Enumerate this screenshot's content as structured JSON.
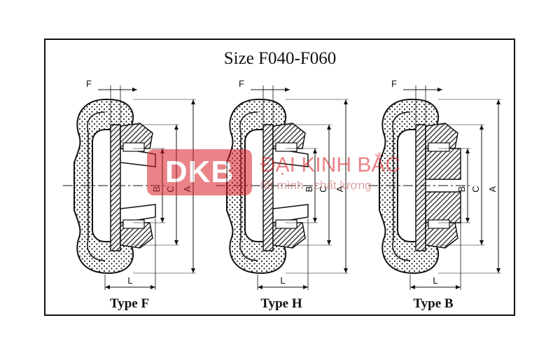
{
  "title": "Size F040-F060",
  "types": [
    {
      "caption": "Type F",
      "bore": "taper"
    },
    {
      "caption": "Type H",
      "bore": "taper"
    },
    {
      "caption": "Type B",
      "bore": "solid"
    }
  ],
  "dimension_labels": {
    "f": "F",
    "l": "L",
    "a": "A",
    "b": "B",
    "c": "C"
  },
  "watermark": {
    "logo": "DKB",
    "name": "ĐẠI KINH BẮC",
    "slogan": "tốt mình - chất lượng"
  },
  "colors": {
    "line": "#111111",
    "hatch": "#333333",
    "watermark": "#d81f26"
  }
}
